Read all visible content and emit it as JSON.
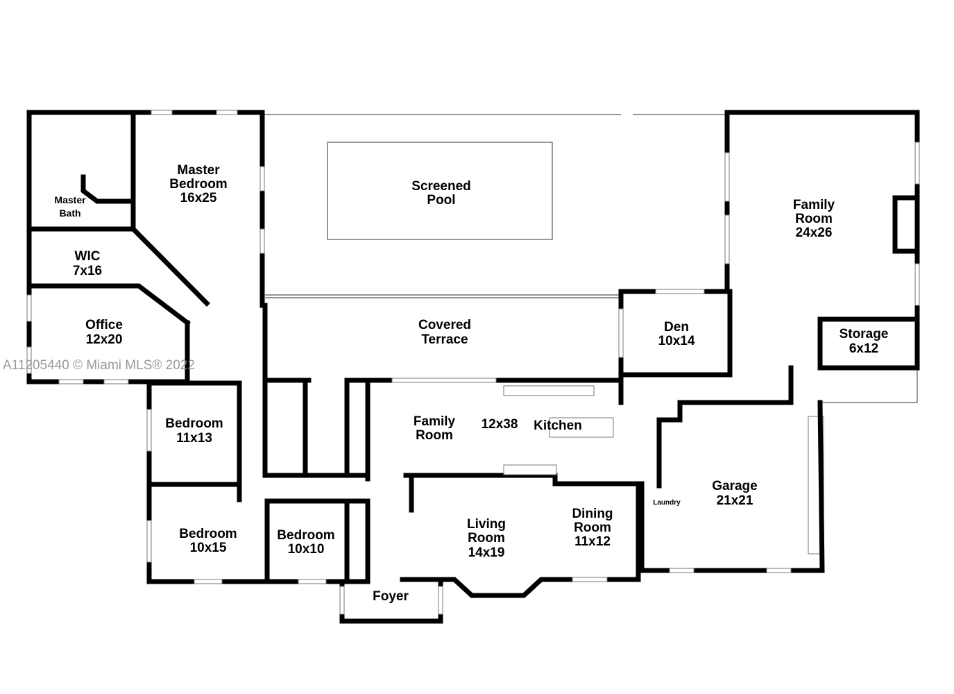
{
  "rooms": [
    {
      "name": "Master",
      "size": "Bath"
    },
    {
      "name": "Master",
      "name2": "Bedroom",
      "size": "16x25"
    },
    {
      "name": "WIC",
      "size": "7x16"
    },
    {
      "name": "Office",
      "size": "12x20"
    },
    {
      "name": "Screened",
      "size": "Pool"
    },
    {
      "name": "Covered",
      "size": "Terrace"
    },
    {
      "name": "Family",
      "size": "Room",
      "name2": "24x26"
    },
    {
      "name": "Den",
      "size": "10x14"
    },
    {
      "name": "Storage",
      "size": "6x12"
    },
    {
      "name": "Bedroom",
      "size": "11x13"
    },
    {
      "name": "Family",
      "size": "Room"
    },
    {
      "name": "12x38"
    },
    {
      "name": "Kitchen"
    },
    {
      "name": "Garage",
      "size": "21x21"
    },
    {
      "name": "Laundry"
    },
    {
      "name": "Bedroom",
      "size": "10x15"
    },
    {
      "name": "Bedroom",
      "size": "10x10"
    },
    {
      "name": "Living",
      "size": "Room",
      "name2": "14x19"
    },
    {
      "name": "Dining",
      "size": "Room",
      "name2": "11x12"
    },
    {
      "name": "Foyer"
    }
  ],
  "watermark": "A11205440 © Miami MLS® 2022"
}
